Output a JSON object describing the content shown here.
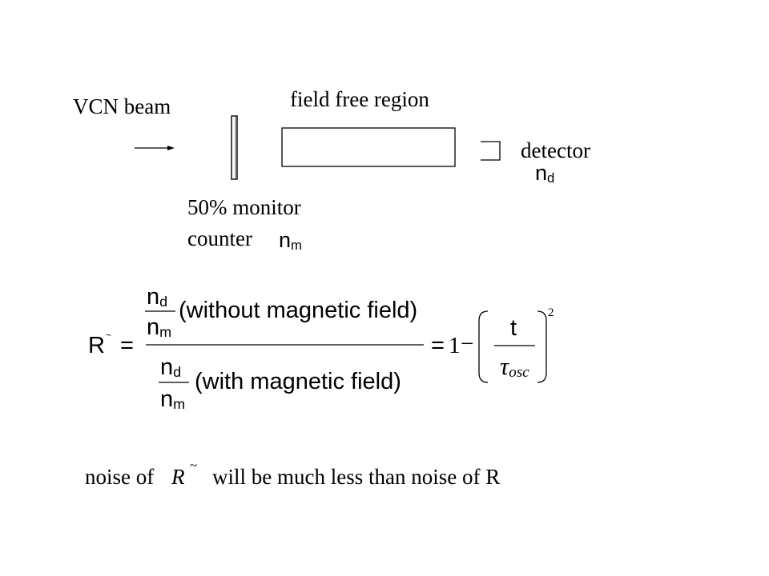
{
  "diagram": {
    "beam_label": "VCN beam",
    "region_label": "field free region",
    "detector_label": "detector",
    "detector_symbol": {
      "base": "n",
      "sub": "d"
    },
    "monitor_label_line1": "50% monitor",
    "monitor_label_line2": "counter",
    "monitor_symbol": {
      "base": "n",
      "sub": "m"
    }
  },
  "equation": {
    "lhs": {
      "base": "R",
      "accent": "~"
    },
    "top_fraction": {
      "num": {
        "base": "n",
        "sub": "d"
      },
      "den": {
        "base": "n",
        "sub": "m"
      }
    },
    "top_condition": "(without magnetic field)",
    "bottom_fraction": {
      "num": {
        "base": "n",
        "sub": "d"
      },
      "den": {
        "base": "n",
        "sub": "m"
      }
    },
    "bottom_condition": "(with magnetic field)",
    "equals1": "=",
    "equals2": "=",
    "one": "1",
    "minus": "−",
    "paren_num": "t",
    "paren_den": {
      "base": "τ",
      "sub": "osc"
    },
    "exponent": "2"
  },
  "note": {
    "prefix": "noise of",
    "r_symbol": "R",
    "tilde": "~",
    "suffix": "will be much less than noise of R"
  }
}
